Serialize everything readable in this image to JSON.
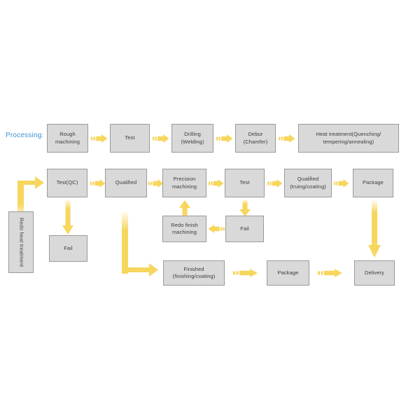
{
  "diagram": {
    "title_label": "Processing:",
    "accent_color": "#3d92d0",
    "node_fill": "#d9d9d9",
    "node_border": "#9a9a9a",
    "arrow_color": "#f7d65d",
    "nodes": [
      {
        "id": "rough-machining",
        "label": "Rough\nmachining"
      },
      {
        "id": "test-1",
        "label": "Test"
      },
      {
        "id": "drilling",
        "label": "Drilling\n(Welding)"
      },
      {
        "id": "debur",
        "label": "Debur\n(Chamfer)"
      },
      {
        "id": "heat-treatment",
        "label": "Heat treatment(Quenching/\ntempering/annealing)"
      },
      {
        "id": "test-qc",
        "label": "Test(QC)"
      },
      {
        "id": "qualified",
        "label": "Qualified"
      },
      {
        "id": "precision-machining",
        "label": "Precision\nmachining"
      },
      {
        "id": "test-2",
        "label": "Test"
      },
      {
        "id": "qualified-truing",
        "label": "Qualified\n(truing/coating)"
      },
      {
        "id": "package-1",
        "label": "Package"
      },
      {
        "id": "fail-1",
        "label": "Fail"
      },
      {
        "id": "fail-2",
        "label": "Fail"
      },
      {
        "id": "redo-finish",
        "label": "Redo finish\nmachining"
      },
      {
        "id": "redo-heat",
        "label": "Redo heat treatment"
      },
      {
        "id": "finished",
        "label": "Finished\n(finishing/coating)"
      },
      {
        "id": "package-2",
        "label": "Package"
      },
      {
        "id": "delivery",
        "label": "Delivery"
      }
    ]
  }
}
